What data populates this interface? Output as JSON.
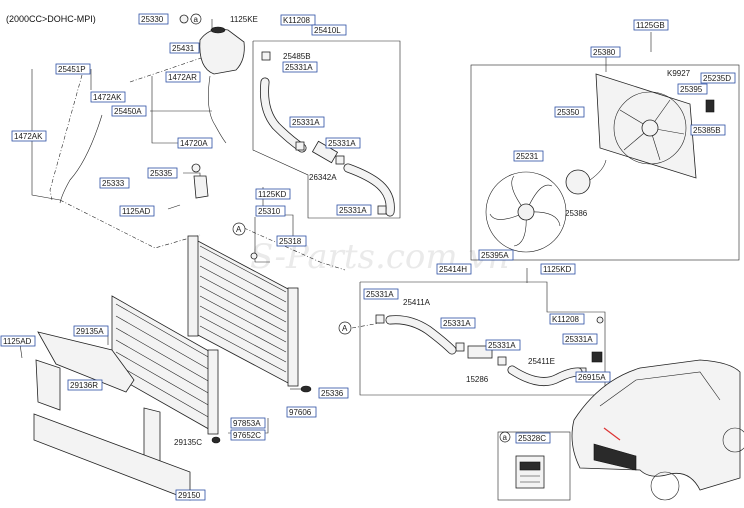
{
  "header": {
    "engine": "(2000CC>DOHC-MPI)"
  },
  "watermark": "S-Parts.com.vn",
  "callout_letters": {
    "a": "a",
    "A": "A"
  },
  "labels": {
    "p25330": "25330",
    "p1125KE": "1125KE",
    "pK11208_top": "K11208",
    "p25410L": "25410L",
    "p25431": "25431",
    "p25485B": "25485B",
    "p25331A_1": "25331A",
    "p25451P": "25451P",
    "p1472AR": "1472AR",
    "p1472AK_1": "1472AK",
    "p25450A": "25450A",
    "p14720A": "14720A",
    "p1472AK_2": "1472AK",
    "p25331A_2": "25331A",
    "p25331A_3": "25331A",
    "p26342A": "26342A",
    "p25333": "25333",
    "p25335": "25335",
    "p1125KD_1": "1125KD",
    "p25331A_4": "25331A",
    "p1125AD_1": "1125AD",
    "p25310": "25310",
    "p25318": "25318",
    "p1125GB": "1125GB",
    "p25380": "25380",
    "pK9927": "K9927",
    "p25235D": "25235D",
    "p25395": "25395",
    "p25350": "25350",
    "p25385B": "25385B",
    "p25231": "25231",
    "p25386": "25386",
    "p25395A": "25395A",
    "p25414H": "25414H",
    "p1125KD_2": "1125KD",
    "p25331A_5": "25331A",
    "p25411A": "25411A",
    "p25331A_6": "25331A",
    "pK11208_2": "K11208",
    "p25331A_7": "25331A",
    "p25411E": "25411E",
    "p15286": "15286",
    "p25331A_8": "25331A",
    "p26915A": "26915A",
    "p1125AD_2": "1125AD",
    "p29135A": "29135A",
    "p29136R": "29136R",
    "p25336": "25336",
    "p97606": "97606",
    "p97853A": "97853A",
    "p97652C": "97652C",
    "p29135C": "29135C",
    "p29150": "29150",
    "p25328C": "25328C"
  }
}
